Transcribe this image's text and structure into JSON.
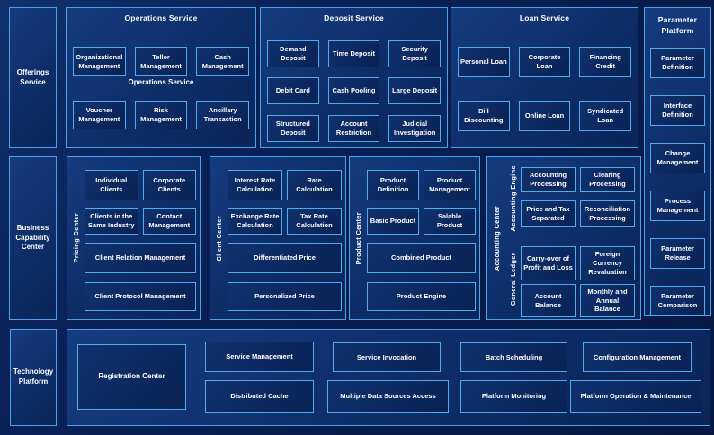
{
  "colors": {
    "background": "#081b4a",
    "panel_fill": "#0e2d67",
    "panel_border": "#4aa2e8",
    "box_fill": "#092254",
    "box_border": "#4faced",
    "text": "#ffffff"
  },
  "rail": {
    "offerings": "Offerings Service",
    "business": "Business Capability Center",
    "technology": "Technology Platform"
  },
  "operations": {
    "title": "Operations Service",
    "subtitle": "Operations Service",
    "row1": [
      "Organizational Management",
      "Teller Management",
      "Cash Management"
    ],
    "row2": [
      "Voucher Management",
      "Risk Management",
      "Ancillary Transaction"
    ]
  },
  "deposit": {
    "title": "Deposit Service",
    "rows": [
      [
        "Demand Deposit",
        "Time Deposit",
        "Security Deposit"
      ],
      [
        "Debit Card",
        "Cash Pooling",
        "Large Deposit"
      ],
      [
        "Structured Deposit",
        "Account Restriction",
        "Judicial Investigation"
      ]
    ]
  },
  "loan": {
    "title": "Loan Service",
    "rows": [
      [
        "Personal Loan",
        "Corporate Loan",
        "Financing Credit"
      ],
      [
        "Bill Discounting",
        "Online Loan",
        "Syndicated Loan"
      ]
    ]
  },
  "parameter": {
    "title": "Parameter Platform",
    "items": [
      "Parameter Definition",
      "Interface Definition",
      "Change Management",
      "Process Management",
      "Parameter Release",
      "Parameter Comparison"
    ]
  },
  "pricing": {
    "label": "Pricing Center",
    "small": [
      "Individual Clients",
      "Corporate Clients",
      "Clients in the Same Industry",
      "Contact Management"
    ],
    "wide": [
      "Client Relation Management",
      "Client Protocol Management"
    ]
  },
  "client": {
    "label": "Client Center",
    "small": [
      "Interest Rate Calculation",
      "Rate Calculation",
      "Exchange Rate Calculation",
      "Tax Rate Calculation"
    ],
    "wide": [
      "Differentiated Price",
      "Personalized Price"
    ]
  },
  "product": {
    "label": "Product Center",
    "small": [
      "Product Definition",
      "Product Management",
      "Basic Product",
      "Salable Product"
    ],
    "wide": [
      "Combined Product",
      "Product Engine"
    ]
  },
  "accounting": {
    "label": "Accounting Center",
    "engine": {
      "label": "Accounting Engine",
      "items": [
        "Accounting Processing",
        "Clearing Processing",
        "Price and Tax Separated",
        "Reconciliation Processing"
      ]
    },
    "ledger": {
      "label": "General Ledger",
      "items": [
        "Carry-over of Profit and Loss",
        "Foreign Currency Revaluation",
        "Account Balance",
        "Monthly and Annual Balance"
      ]
    }
  },
  "technology": {
    "registration": "Registration Center",
    "row1": [
      "Service Management",
      "Service Invocation",
      "Batch Scheduling",
      "Configuration Management"
    ],
    "row2": [
      "Distributed Cache",
      "Multiple Data Sources Access",
      "Platform Monitoring",
      "Platform Operation & Maintenance"
    ]
  }
}
